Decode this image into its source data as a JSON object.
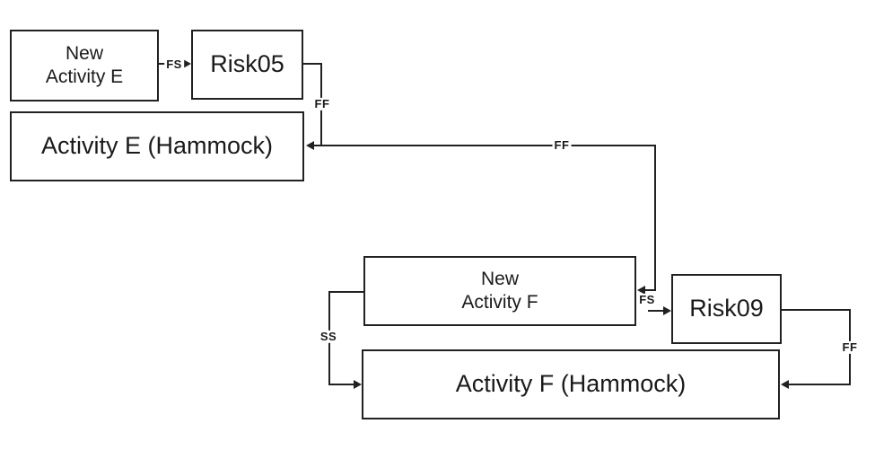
{
  "colors": {
    "line": "#212121",
    "node_border": "#212121",
    "node_fill": "#ffffff",
    "background": "#ffffff",
    "text": "#1a1a1a"
  },
  "nodes": {
    "new_activity_e": {
      "lines": [
        "New",
        "Activity E"
      ]
    },
    "risk05": {
      "label": "Risk05"
    },
    "activity_e_hammock": {
      "label": "Activity E (Hammock)"
    },
    "new_activity_f": {
      "lines": [
        "New",
        "Activity F"
      ]
    },
    "risk09": {
      "label": "Risk09"
    },
    "activity_f_hammock": {
      "label": "Activity F (Hammock)"
    }
  },
  "links": [
    {
      "id": "fs_new_e_to_risk05",
      "label": "FS",
      "from": "New Activity E",
      "to": "Risk05"
    },
    {
      "id": "ff_risk05_to_hammock_e",
      "label": "FF",
      "from": "Risk05",
      "to": "Activity E (Hammock)"
    },
    {
      "id": "ff_long_to_hammock_e",
      "label": "FF",
      "from": "New Activity F",
      "to": "Activity E (Hammock)"
    },
    {
      "id": "fs_new_f_to_risk09",
      "label": "FS",
      "from": "New Activity F",
      "to": "Risk09"
    },
    {
      "id": "ss_new_f_to_hammock_f",
      "label": "SS",
      "from": "New Activity F",
      "to": "Activity F (Hammock)"
    },
    {
      "id": "ff_risk09_to_hammock_f",
      "label": "FF",
      "from": "Risk09",
      "to": "Activity F (Hammock)"
    }
  ]
}
